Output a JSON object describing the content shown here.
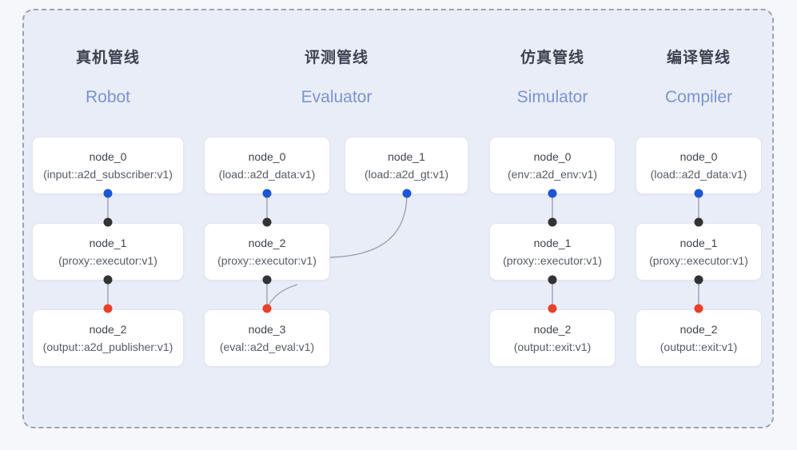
{
  "diagram": {
    "panel_bg": "#e8edf8",
    "page_bg": "#f5f7fb",
    "border_style": "dashed",
    "border_color": "#9aa3b2"
  },
  "port_colors": {
    "input": "#1a56d6",
    "internal": "#333333",
    "output": "#e8402a"
  },
  "columns": [
    {
      "cn_title": "真机管线",
      "en_title": "Robot",
      "nodes": [
        {
          "name": "node_0",
          "spec": "(input::a2d_subscriber:v1)"
        },
        {
          "name": "node_1",
          "spec": "(proxy::executor:v1)"
        },
        {
          "name": "node_2",
          "spec": "(output::a2d_publisher:v1)"
        }
      ]
    },
    {
      "cn_title": "评测管线",
      "en_title": "Evaluator",
      "nodes": [
        {
          "name": "node_0",
          "spec": "(load::a2d_data:v1)"
        },
        {
          "name": "node_2",
          "spec": "(proxy::executor:v1)"
        },
        {
          "name": "node_3",
          "spec": "(eval::a2d_eval:v1)"
        },
        {
          "name": "node_1",
          "spec": "(load::a2d_gt:v1)"
        }
      ]
    },
    {
      "cn_title": "仿真管线",
      "en_title": "Simulator",
      "nodes": [
        {
          "name": "node_0",
          "spec": "(env::a2d_env:v1)"
        },
        {
          "name": "node_1",
          "spec": "(proxy::executor:v1)"
        },
        {
          "name": "node_2",
          "spec": "(output::exit:v1)"
        }
      ]
    },
    {
      "cn_title": "编译管线",
      "en_title": "Compiler",
      "nodes": [
        {
          "name": "node_0",
          "spec": "(load::a2d_data:v1)"
        },
        {
          "name": "node_1",
          "spec": "(proxy::executor:v1)"
        },
        {
          "name": "node_2",
          "spec": "(output::exit:v1)"
        }
      ]
    }
  ]
}
